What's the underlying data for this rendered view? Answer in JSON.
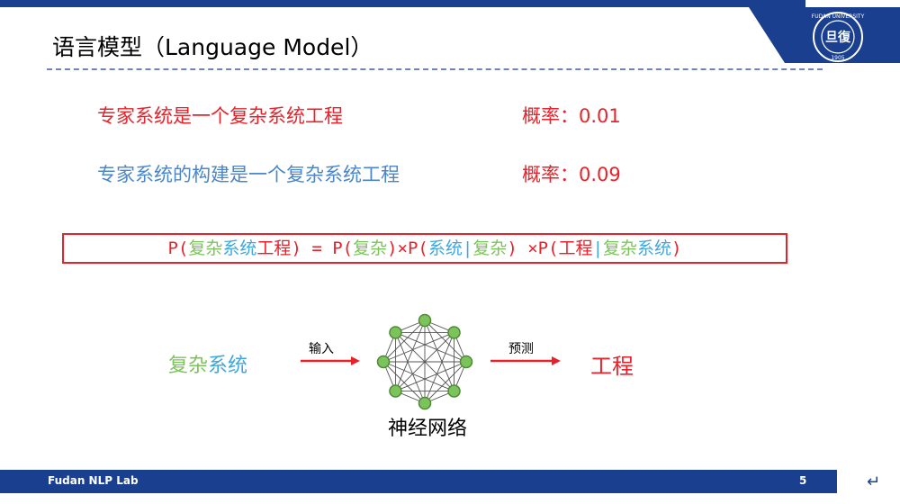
{
  "slide": {
    "title": "语言模型（Language Model）",
    "example1": {
      "sentence": "专家系统是一个复杂系统工程",
      "probability": "概率：0.01"
    },
    "example2": {
      "sentence": "专家系统的构建是一个复杂系统工程",
      "probability": "概率：0.09"
    },
    "formula": {
      "p1": "P(",
      "w1": "复杂",
      "w2": "系统",
      "w3": "工程",
      "p2": ") = P(",
      "w4": "复杂",
      "p3": ")×P(",
      "w5": "系统",
      "sep1": "|",
      "w6": "复杂",
      "p4": ") ×P(",
      "w7": "工程",
      "sep2": "|",
      "w8": "复杂",
      "w9": "系统",
      "p5": ")"
    },
    "diagram": {
      "input_part1": "复杂",
      "input_part2": "系统",
      "input_arrow_label": "输入",
      "output_arrow_label": "预测",
      "output_word": "工程",
      "network_label": "神经网络"
    }
  },
  "footer": {
    "lab": "Fudan NLP Lab",
    "page": "5"
  },
  "logo": {
    "text": "FUDAN UNIVERSITY",
    "year": "1905",
    "glyph": "旦復"
  },
  "colors": {
    "red": "#e8222a",
    "green": "#7dc35b",
    "blue": "#3fa7de",
    "navy": "#1a3f8f",
    "node": "#7dc35b"
  }
}
